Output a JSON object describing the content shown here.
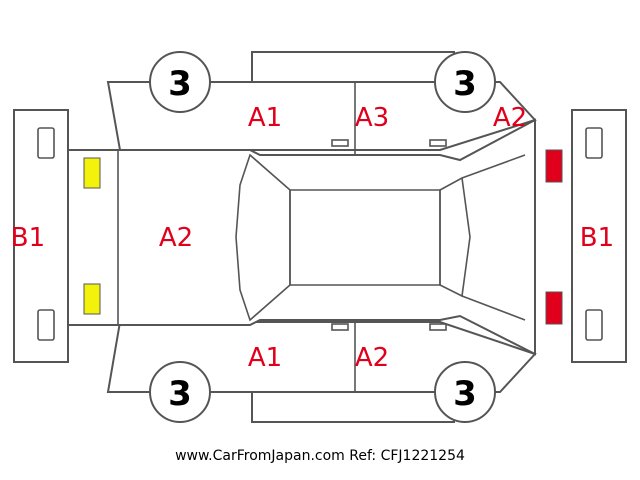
{
  "diagram": {
    "labels": {
      "rear_bumper": "B1",
      "front_bumper": "B1",
      "roof": "A2",
      "rear_left_door": "A1",
      "front_left_door": "A3",
      "front_left_fender": "A2",
      "rear_right_door": "A1",
      "front_right_door": "A2"
    },
    "tires": {
      "rear_left": "3",
      "front_left": "3",
      "rear_right": "3",
      "front_right": "3"
    },
    "colors": {
      "label_text": "#e0001b",
      "rear_lamp_marker": "#f2f20a",
      "front_lamp_marker": "#e0001b",
      "outline": "#555555"
    }
  },
  "footer": {
    "site": "www.CarFromJapan.com",
    "ref": "Ref: CFJ1221254"
  }
}
